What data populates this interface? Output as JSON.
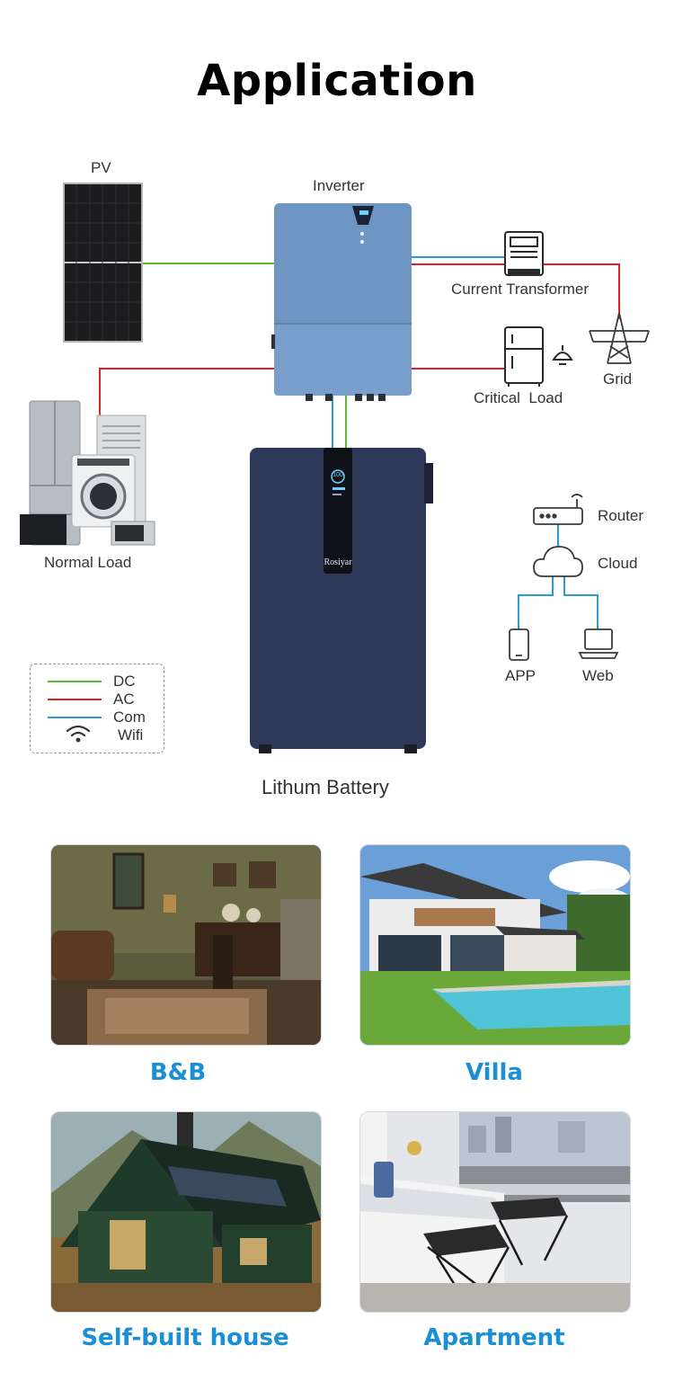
{
  "page": {
    "title": "Application"
  },
  "diagram": {
    "labels": {
      "pv": "PV",
      "inverter": "Inverter",
      "current_transformer": "Current Transformer",
      "grid": "Grid",
      "critical_load": "Critical  Load",
      "normal_load": "Normal Load",
      "battery": "Lithum Battery",
      "router": "Router",
      "cloud": "Cloud",
      "app": "APP",
      "web": "Web",
      "battery_brand": "Rosiyar",
      "battery_display": "100"
    },
    "colors": {
      "dc": "#5cb82e",
      "ac": "#e02020",
      "com": "#2a9bd6",
      "inverter_body": "#6f95c2",
      "battery_body": "#2f3a5a",
      "caption": "#1a8fd6"
    }
  },
  "legend": {
    "items": [
      {
        "label": "DC",
        "color": "#5cb82e",
        "kind": "line"
      },
      {
        "label": "AC",
        "color": "#e02020",
        "kind": "line"
      },
      {
        "label": "Com",
        "color": "#2a9bd6",
        "kind": "line"
      },
      {
        "label": "Wifi",
        "icon": "wifi-icon",
        "kind": "icon"
      }
    ]
  },
  "applications": [
    {
      "caption": "B&B",
      "scene": "vintage-living-room"
    },
    {
      "caption": "Villa",
      "scene": "modern-villa-with-pool"
    },
    {
      "caption": "Self-built house",
      "scene": "green-cabin-with-solar-roof"
    },
    {
      "caption": "Apartment",
      "scene": "apartment-bedroom"
    }
  ]
}
